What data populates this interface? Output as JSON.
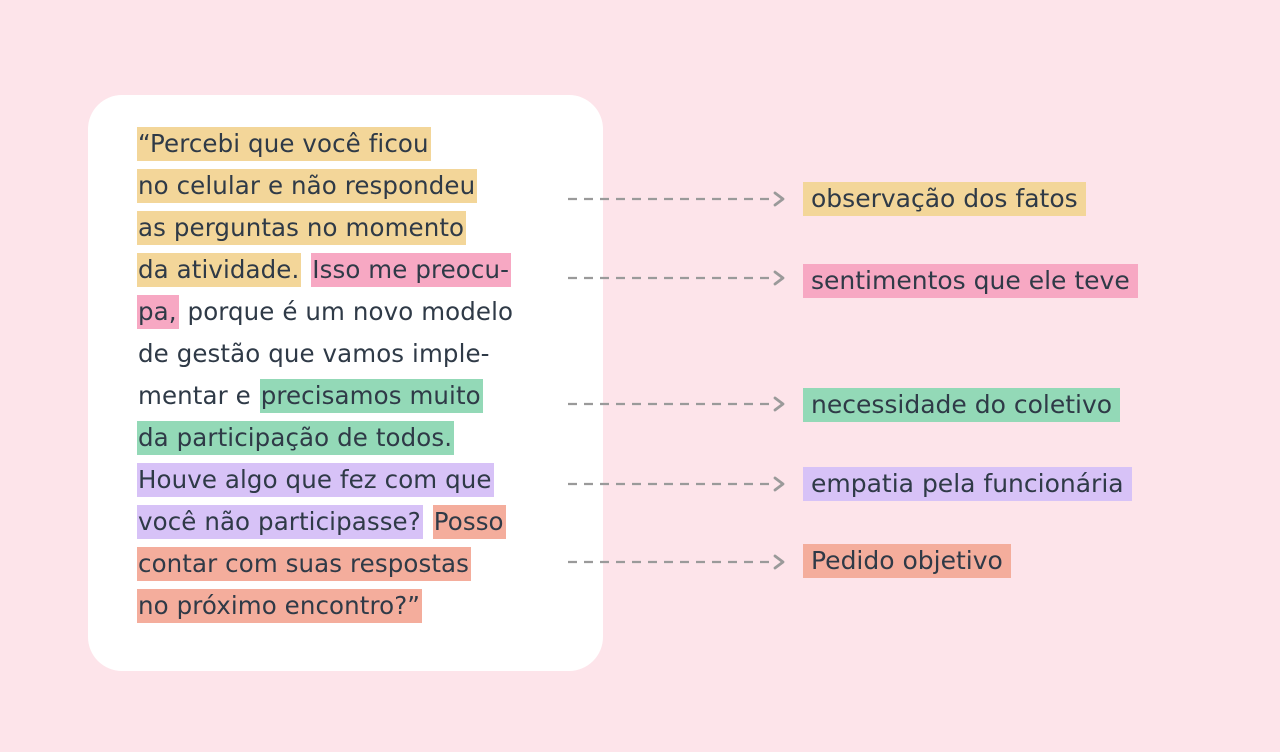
{
  "colors": {
    "background": "#fde4ea",
    "card": "#ffffff",
    "text": "#2f3a47",
    "observation": "#f3d699",
    "feeling": "#f7a8c3",
    "need": "#93d9b7",
    "empathy": "#d7c2f7",
    "request": "#f4ad9c",
    "arrow": "#9a9a9a"
  },
  "quote": {
    "lines": [
      {
        "segments": [
          {
            "text": "“Percebi que você ficou",
            "hl": "yellow"
          }
        ]
      },
      {
        "segments": [
          {
            "text": "no celular e não respondeu",
            "hl": "yellow"
          }
        ]
      },
      {
        "segments": [
          {
            "text": "as perguntas no momento",
            "hl": "yellow"
          }
        ]
      },
      {
        "segments": [
          {
            "text": "da atividade.",
            "hl": "yellow"
          },
          {
            "text": " ",
            "hl": ""
          },
          {
            "text": "Isso me preocu-",
            "hl": "pink"
          }
        ]
      },
      {
        "segments": [
          {
            "text": "pa,",
            "hl": "pink"
          },
          {
            "text": " porque é um novo modelo",
            "hl": ""
          }
        ]
      },
      {
        "segments": [
          {
            "text": "de gestão que vamos imple-",
            "hl": ""
          }
        ]
      },
      {
        "segments": [
          {
            "text": "mentar e ",
            "hl": ""
          },
          {
            "text": "precisamos muito",
            "hl": "green"
          }
        ]
      },
      {
        "segments": [
          {
            "text": "da participação de todos.",
            "hl": "green"
          }
        ]
      },
      {
        "segments": [
          {
            "text": "Houve algo que fez com que",
            "hl": "purple"
          }
        ]
      },
      {
        "segments": [
          {
            "text": "você não participasse?",
            "hl": "purple"
          },
          {
            "text": " ",
            "hl": ""
          },
          {
            "text": "Posso",
            "hl": "salmon"
          }
        ]
      },
      {
        "segments": [
          {
            "text": "contar com suas respostas",
            "hl": "salmon"
          }
        ]
      },
      {
        "segments": [
          {
            "text": "no próximo encontro?”",
            "hl": "salmon"
          }
        ]
      }
    ]
  },
  "labels": [
    {
      "text": "observação dos fatos",
      "hl": "yellow"
    },
    {
      "text": "sentimentos que ele teve",
      "hl": "pink"
    },
    {
      "text": "necessidade do coletivo",
      "hl": "green"
    },
    {
      "text": "empatia pela funcionária",
      "hl": "purple"
    },
    {
      "text": "Pedido objetivo",
      "hl": "salmon"
    }
  ]
}
